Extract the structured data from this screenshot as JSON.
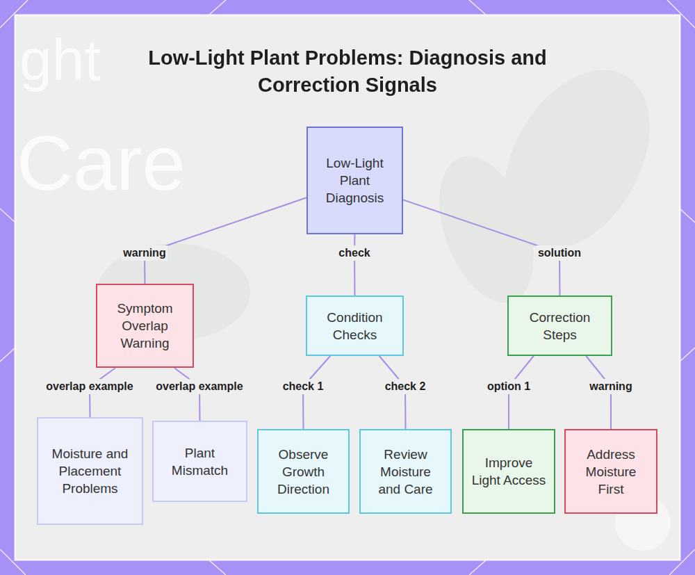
{
  "diagram": {
    "title": "Low-Light Plant Problems: Diagnosis and Correction Signals",
    "nodes": [
      {
        "text": [
          "Low-Light Plant Diagnosis"
        ]
      },
      {
        "text": [
          "Symptom Overlap Warning"
        ]
      },
      {
        "text": [
          "Moisture and Placement Problems"
        ]
      },
      {
        "text": [
          "Plant Mismatch"
        ]
      },
      {
        "text": [
          "Condition Checks"
        ]
      },
      {
        "text": [
          "Observe Growth Direction"
        ]
      },
      {
        "text": [
          "Review Moisture and Care"
        ]
      },
      {
        "text": [
          "Correction Steps"
        ]
      },
      {
        "text": [
          "Improve Light Access"
        ]
      },
      {
        "text": [
          "Address Moisture First"
        ]
      }
    ],
    "edges": [
      {
        "from": 0,
        "to": 1,
        "label": "warning",
        "arrow": "none"
      },
      {
        "from": 0,
        "to": 4,
        "label": "check",
        "arrow": "none"
      },
      {
        "from": 0,
        "to": 7,
        "label": "solution",
        "arrow": "none"
      },
      {
        "from": 1,
        "to": 2,
        "label": "overlap example",
        "arrow": "none"
      },
      {
        "from": 1,
        "to": 3,
        "label": "overlap example",
        "arrow": "none"
      },
      {
        "from": 4,
        "to": 5,
        "label": "check 1",
        "arrow": "none"
      },
      {
        "from": 4,
        "to": 6,
        "label": "check 2",
        "arrow": "none"
      },
      {
        "from": 7,
        "to": 8,
        "label": "option 1",
        "arrow": "none"
      },
      {
        "from": 7,
        "to": 9,
        "label": "warning",
        "arrow": "none"
      }
    ],
    "labels": [
      "ght",
      "Care"
    ]
  }
}
